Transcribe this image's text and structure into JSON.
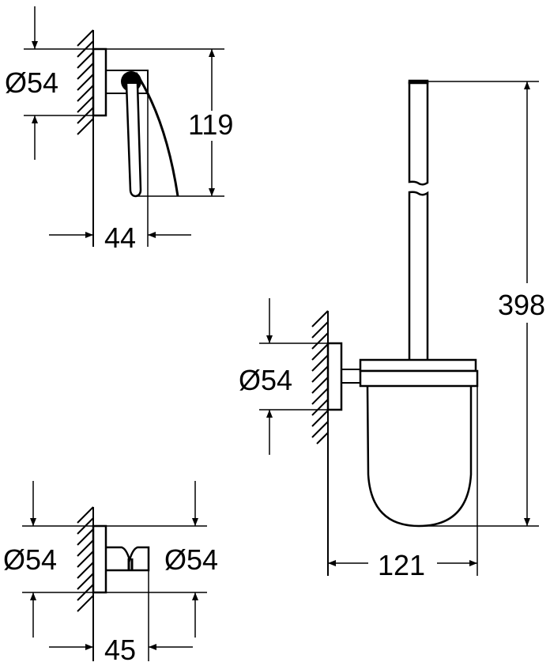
{
  "diagram": {
    "type": "technical dimension drawing",
    "line_color": "#000000",
    "background": "#ffffff",
    "parts": [
      {
        "name": "paper-holder",
        "dimensions": {
          "rosette_diameter": "Ø54",
          "height": "119",
          "projection": "44"
        }
      },
      {
        "name": "toilet-brush-set",
        "dimensions": {
          "rosette_diameter": "Ø54",
          "total_height": "398",
          "projection": "121"
        }
      },
      {
        "name": "robe-hook",
        "dimensions": {
          "rosette_diameter_left": "Ø54",
          "rosette_diameter_right": "Ø54",
          "projection": "45"
        }
      }
    ]
  }
}
